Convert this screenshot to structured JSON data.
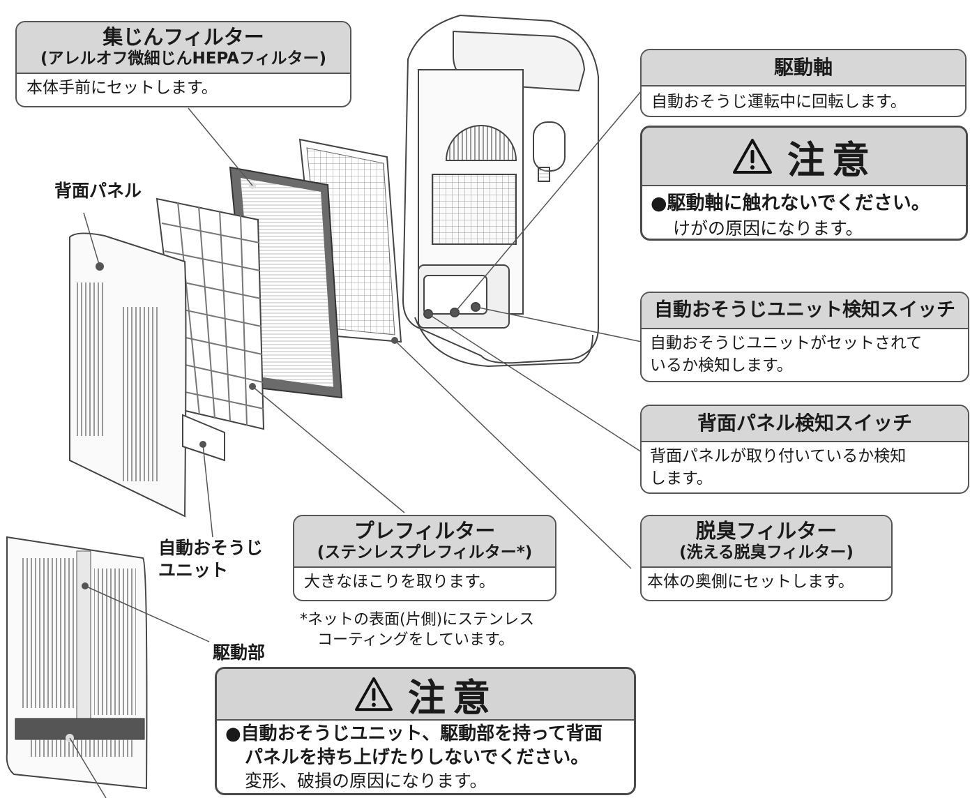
{
  "hepa": {
    "title": "集じんフィルター",
    "subtitle": "(アレルオフ微細じんHEPAフィルター)",
    "desc": "本体手前にセットします。"
  },
  "back_panel_label": "背面パネル",
  "auto_clean_unit_label_1": "自動おそうじ",
  "auto_clean_unit_label_2": "ユニット",
  "drive_part_label": "駆動部",
  "prefilter": {
    "title": "プレフィルター",
    "subtitle": "(ステンレスプレフィルター*)",
    "desc": "大きなほこりを取ります。"
  },
  "prefilter_note_1": "*ネットの表面(片側)にステンレス",
  "prefilter_note_2": "コーティングをしています。",
  "drive_shaft": {
    "title": "駆動軸",
    "desc": "自動おそうじ運転中に回転します。"
  },
  "caution_top": {
    "heading": "注意",
    "main": "●駆動軸に触れないでください。",
    "sub": "けがの原因になります。"
  },
  "unit_switch": {
    "title": "自動おそうじユニット検知スイッチ",
    "desc_1": "自動おそうじユニットがセットされて",
    "desc_2": "いるか検知します。"
  },
  "panel_switch": {
    "title": "背面パネル検知スイッチ",
    "desc_1": "背面パネルが取り付いているか検知",
    "desc_2": "します。"
  },
  "deodor": {
    "title": "脱臭フィルター",
    "subtitle": "(洗える脱臭フィルター)",
    "desc": "本体の奥側にセットします。"
  },
  "caution_bottom": {
    "heading": "注意",
    "main_1": "●自動おそうじユニット、駆動部を持って背面",
    "main_2": "パネルを持ち上げたりしないでください。",
    "sub": "変形、破損の原因になります。"
  },
  "colors": {
    "line": "#555555",
    "header_fill": "#d7d7d7",
    "filter_dark": "#6b6b6b"
  }
}
